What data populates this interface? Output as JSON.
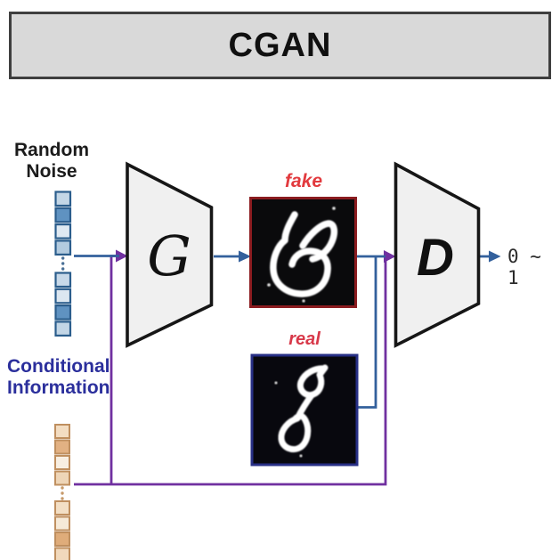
{
  "title": "CGAN",
  "generator": {
    "label": "G"
  },
  "discriminator": {
    "label": "D"
  },
  "noise": {
    "label": "Random Noise",
    "squares": [
      "#c3d6e6",
      "#5f92c1",
      "#dfe9f2",
      "#b3cbdf",
      "#c8d9e9",
      "#dce7f1",
      "#5f92c1",
      "#c3d6e6"
    ]
  },
  "conditional": {
    "label": "Conditional Information",
    "squares": [
      "#f3ddc2",
      "#e2b183",
      "#f8efe2",
      "#eed5b7",
      "#f3dfc5",
      "#f6ead8",
      "#dfac7a",
      "#f1d9bc"
    ]
  },
  "images": {
    "fake": {
      "label": "fake"
    },
    "real": {
      "label": "real"
    }
  },
  "output": {
    "label": "0 ~ 1"
  },
  "colors": {
    "line_blue": "#33609c",
    "line_purple": "#7030a0",
    "fake_border": "#8b1c20",
    "real_border": "#272f85",
    "fake_label": "#e23a3e",
    "real_label": "#d8394a",
    "noise_square_border": "#2b5d8c",
    "conditional_square_border": "#bf8f5f",
    "title_fill": "#d9d9d9",
    "title_border": "#3f3f3f",
    "trapezoid_fill": "#f0f0f0",
    "trapezoid_border": "#161616"
  }
}
